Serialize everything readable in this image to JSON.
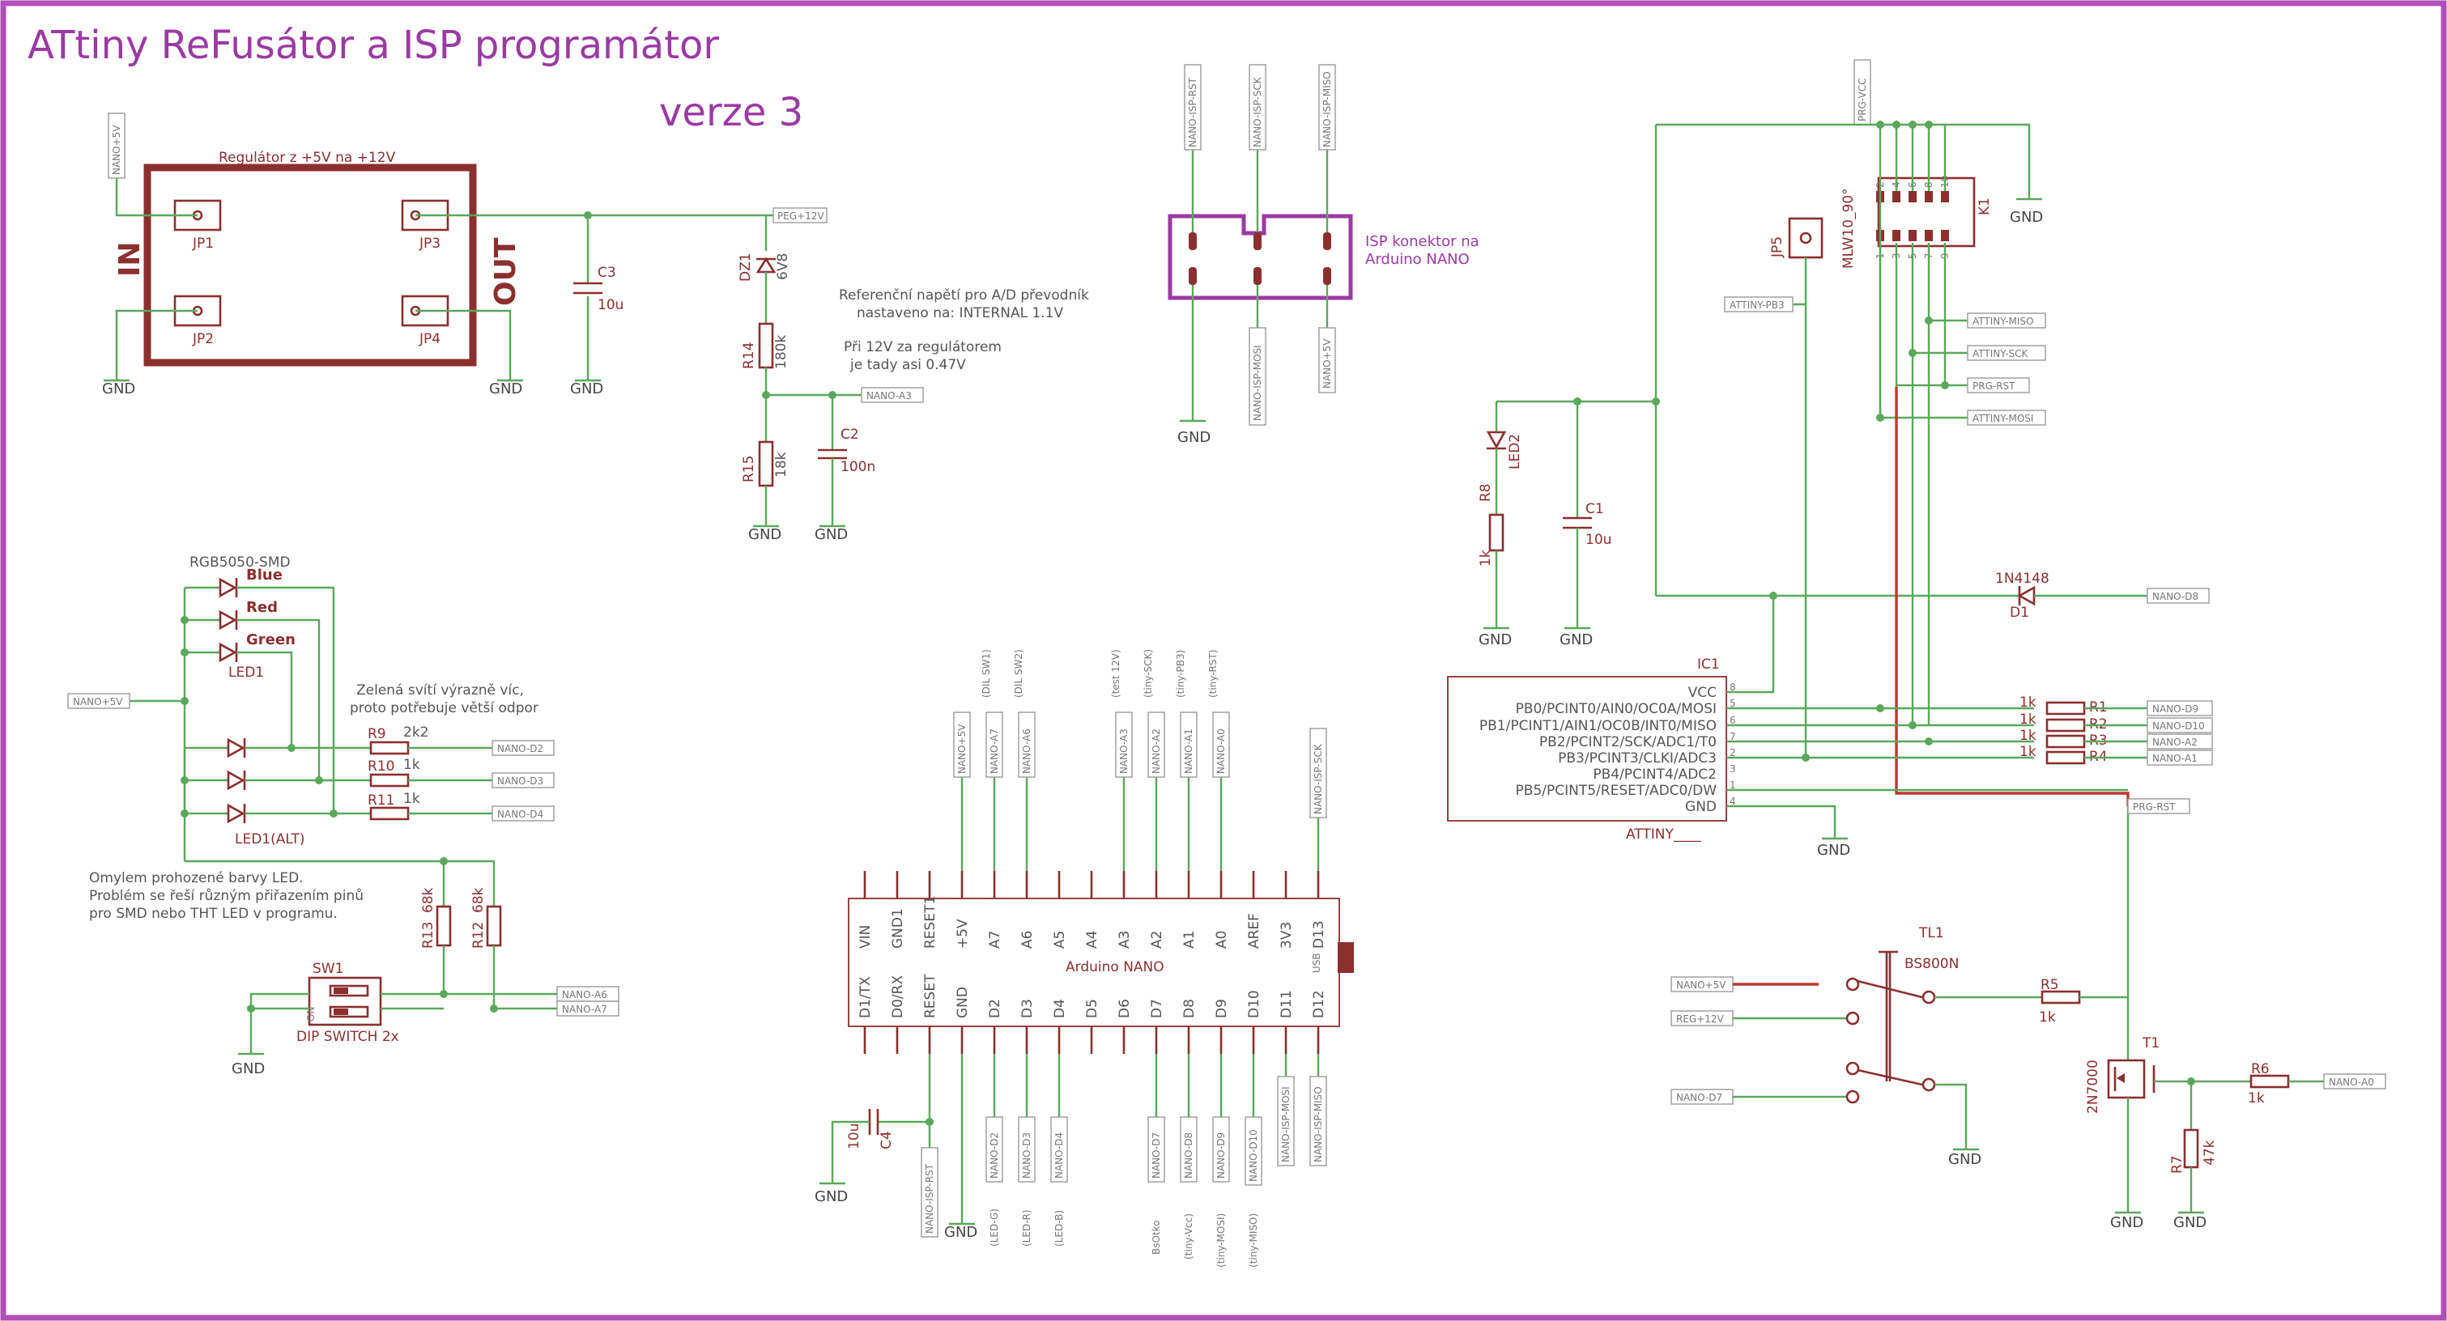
{
  "title": {
    "line1": "ATtiny ReFusátor a ISP programátor",
    "line2": "verze 3"
  },
  "colors": {
    "frame": "#b14fb8",
    "wire": "#5aa85a",
    "symbol": "#8b2f2f",
    "bus": "#c0352f",
    "title": "#9b3aa3",
    "text": "#555555"
  },
  "regulator": {
    "title": "Regulátor z +5V na +12V",
    "in": "IN",
    "out": "OUT",
    "jp1": "JP1",
    "jp2": "JP2",
    "jp3": "JP3",
    "jp4": "JP4",
    "gnd": "GND",
    "in_label": "NANO+5V",
    "out_label": "PEG+12V",
    "c3": "C3",
    "c3_val": "10u"
  },
  "reference": {
    "note1": "Referenční napětí pro A/D převodník",
    "note2": "nastaveno na:     INTERNAL 1.1V",
    "note3": "Při 12V za regulátorem",
    "note4": "je tady asi 0.47V",
    "dz1": "DZ1",
    "dz1_val": "6V8",
    "r14": "R14",
    "r14_val": "180k",
    "r15": "R15",
    "r15_val": "18k",
    "c2": "C2",
    "c2_val": "100n",
    "a3_label": "NANO-A3",
    "gnd": "GND"
  },
  "isp": {
    "top_labels": [
      "NANO-ISP-RST",
      "NANO-ISP-SCK",
      "NANO-ISP-MISO"
    ],
    "bottom_labels": [
      "NANO-ISP-MOSI",
      "NANO+5V"
    ],
    "title1": "ISP konektor na",
    "title2": "Arduino NANO",
    "gnd": "GND"
  },
  "led_section": {
    "rgb": "RGB5050-SMD",
    "blue": "Blue",
    "red": "Red",
    "green": "Green",
    "led1": "LED1",
    "led1alt": "LED1(ALT)",
    "note1": "Zelená svítí výrazně víc,",
    "note2": "proto potřebuje větší odpor",
    "r9": "R9",
    "r9_val": "2k2",
    "r10": "R10",
    "r10_val": "1k",
    "r11": "R11",
    "r11_val": "1k",
    "d2": "NANO-D2",
    "d3": "NANO-D3",
    "d4": "NANO-D4",
    "vcc_label": "NANO+5V",
    "warn1": "Omylem prohozené barvy LED.",
    "warn2": "Problém se řeší různým přiřazením pinů",
    "warn3": "pro SMD nebo THT LED v programu."
  },
  "dip": {
    "sw": "SW1",
    "name": "DIP SWITCH 2x",
    "r13": "R13",
    "r13_val": "68k",
    "r12": "R12",
    "r12_val": "68k",
    "a6": "NANO-A6",
    "a7": "NANO-A7",
    "gnd": "GND",
    "on": "ON"
  },
  "nano": {
    "name": "Arduino NANO",
    "top_pins": [
      "VIN",
      "GND1",
      "RESET1",
      "+5V",
      "A7",
      "A6",
      "A5",
      "A4",
      "A3",
      "A2",
      "A1",
      "A0",
      "AREF",
      "3V3",
      "D13"
    ],
    "bottom_pins": [
      "D1/TX",
      "D0/RX",
      "RESET",
      "GND",
      "D2",
      "D3",
      "D4",
      "D5",
      "D6",
      "D7",
      "D8",
      "D9",
      "D10",
      "D11",
      "D12"
    ],
    "top_labels": [
      "NANO+5V",
      "NANO-A7",
      "NANO-A6",
      "NANO-A3",
      "NANO-A2",
      "NANO-A1",
      "NANO-A0",
      "NANO-ISP-SCK"
    ],
    "top_notes": [
      "(DIL SW1)",
      "(DIL SW2)",
      "(test 12V)",
      "(tiny-SCK)",
      "(tiny-PB3)",
      "(tiny-RST)"
    ],
    "bottom_labels": [
      "NANO-ISP-RST",
      "NANO-D2",
      "NANO-D3",
      "NANO-D4",
      "NANO-D7",
      "NANO-D8",
      "NANO-D9",
      "NANO-D10",
      "NANO-ISP-MOSI",
      "NANO-ISP-MISO"
    ],
    "bottom_notes": [
      "(LED-G)",
      "(LED-R)",
      "(LED-B)",
      "BsOtko",
      "(tiny-Vcc)",
      "(tiny-MOSI)",
      "(tiny-MISO)"
    ],
    "usb": "USB",
    "c4": "C4",
    "c4_val": "10u",
    "gnd": "GND"
  },
  "right_top": {
    "prg_vcc": "PRG-VCC",
    "k1": "K1",
    "mlw": "MLW10_90°",
    "jp5": "JP5",
    "attiny_pb3": "ATTINY-PB3",
    "gnd": "GND",
    "led2": "LED2",
    "r8": "R8",
    "r8_val": "1k",
    "c1": "C1",
    "c1_val": "10u",
    "labels": [
      "ATTINY-MISO",
      "ATTINY-SCK",
      "PRG-RST",
      "ATTINY-MOSI"
    ],
    "d1": "D1",
    "d1_type": "1N4148",
    "d8": "NANO-D8",
    "pin_numbers": [
      "2",
      "4",
      "6",
      "8",
      "10",
      "1",
      "3",
      "5",
      "7",
      "9"
    ]
  },
  "ic1": {
    "name": "IC1",
    "type": "ATTINY____",
    "pins": [
      "VCC",
      "PB0/PCINT0/AIN0/OC0A/MOSI",
      "PB1/PCINT1/AIN1/OC0B/INT0/MISO",
      "PB2/PCINT2/SCK/ADC1/T0",
      "PB3/PCINT3/CLKI/ADC3",
      "PB4/PCINT4/ADC2",
      "PB5/PCINT5/RESET/ADC0/DW",
      "GND"
    ],
    "pin_numbers": [
      "8",
      "5",
      "6",
      "7",
      "2",
      "3",
      "1",
      "4"
    ],
    "resistors": [
      {
        "name": "R1",
        "val": "1k",
        "net": "NANO-D9"
      },
      {
        "name": "R2",
        "val": "1k",
        "net": "NANO-D10"
      },
      {
        "name": "R3",
        "val": "1k",
        "net": "NANO-A2"
      },
      {
        "name": "R4",
        "val": "1k",
        "net": "NANO-A1"
      }
    ],
    "prg_rst": "PRG-RST",
    "gnd": "GND"
  },
  "switching": {
    "tl1": "TL1",
    "bs800n": "BS800N",
    "nano5v": "NANO+5V",
    "reg12v": "REG+12V",
    "d7": "NANO-D7",
    "r5": "R5",
    "r5_val": "1k",
    "t1": "T1",
    "t1_type": "2N7000",
    "r6": "R6",
    "r6_val": "1k",
    "a0": "NANO-A0",
    "r7": "R7",
    "r7_val": "47k",
    "gnd": "GND"
  }
}
